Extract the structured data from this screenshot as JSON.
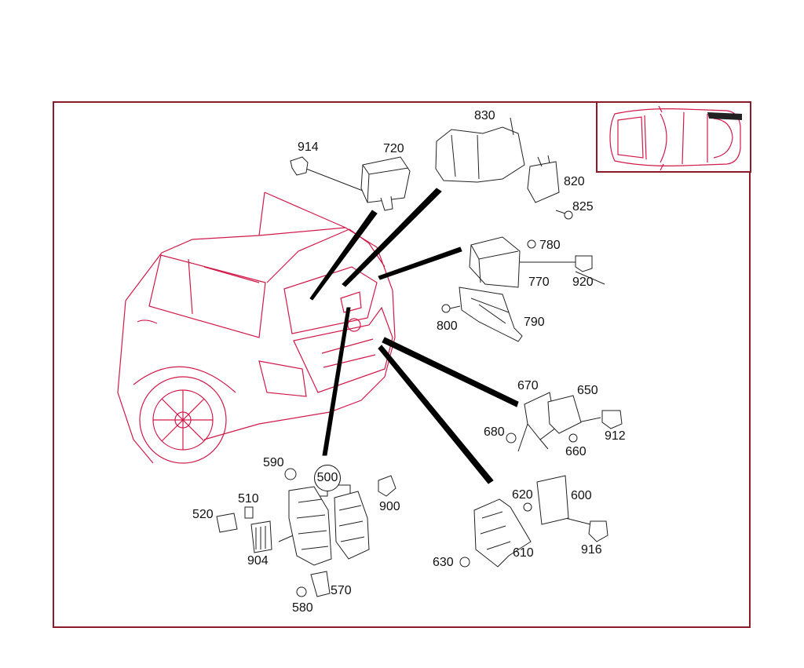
{
  "colors": {
    "frame": "#8b1a2b",
    "vehicle_line": "#d11a4a",
    "part_line": "#222222",
    "pointer": "#000000"
  },
  "callouts": {
    "p914": "914",
    "p720": "720",
    "p830": "830",
    "p820": "820",
    "p825": "825",
    "p780": "780",
    "p770": "770",
    "p920": "920",
    "p800": "800",
    "p790": "790",
    "p670": "670",
    "p650": "650",
    "p680": "680",
    "p912": "912",
    "p660": "660",
    "p590": "590",
    "p500": "500",
    "p900": "900",
    "p510": "510",
    "p520": "520",
    "p904": "904",
    "p570": "570",
    "p580": "580",
    "p620": "620",
    "p600": "600",
    "p630": "630",
    "p610": "610",
    "p916": "916"
  }
}
